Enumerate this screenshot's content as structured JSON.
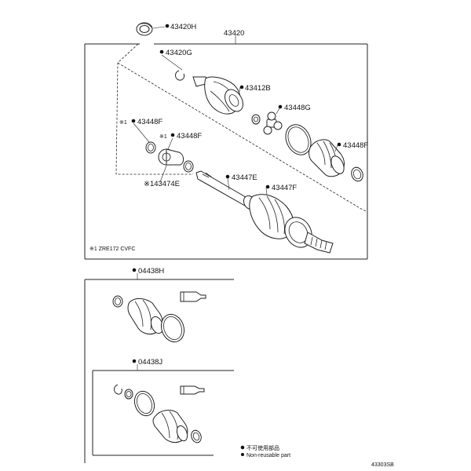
{
  "labels": {
    "p43420H": "43420H",
    "p43420": "43420",
    "p43420G": "43420G",
    "p43412B": "43412B",
    "p43448G": "43448G",
    "p43448F_a": "43448F",
    "mark1": "※1",
    "p43448F_b": "43448F",
    "mark2": "※1",
    "p43448F_c": "43448F",
    "p43474E": "※143474E",
    "p43447E": "43447E",
    "p43447F": "43447F",
    "note": "※1 ZRE172  CVFC",
    "p04438H": "04438H",
    "p04438J": "04438J",
    "legend_cn": "不可使用部品",
    "legend_en": "Non-reusable part",
    "diagram_code": "43303SB"
  }
}
